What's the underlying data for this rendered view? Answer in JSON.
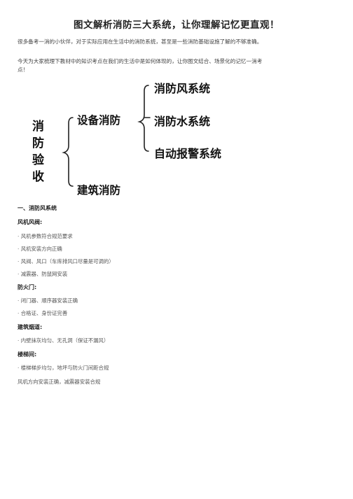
{
  "title": "图文解析消防三大系统，让你理解记忆更直观！",
  "intro": [
    "很多备考一消的小伙伴，对于实际应用在生活中的消防系统，甚至是一些消防基础设施了解的不够准确。",
    "今天为大家梳理下教材中的知识考点在我们的生活中是如何体现的，让你图文结合、场景化的记忆一消考点！"
  ],
  "diagram": {
    "root": [
      "消",
      "防",
      "验",
      "收"
    ],
    "equipment": "设备消防",
    "building": "建筑消防",
    "systems": [
      "消防风系统",
      "消防水系统",
      "自动报警系统"
    ]
  },
  "section": {
    "heading": "一、消防风系统",
    "groups": [
      {
        "title": "风机风阀:",
        "items": [
          "· 风机参数符合规范要求",
          "· 风机安装方向正确",
          "· 风阀、风口（车库排风口尽量是可调的）",
          "· 减震器、防鼠网安装"
        ]
      },
      {
        "title": "防火门:",
        "items": [
          "· 闭门器、顺序器安装正确",
          "· 合格证、身份证完善"
        ]
      },
      {
        "title": "建筑烟道:",
        "items": [
          "· 内壁抹灰均匀、无孔洞（保证不漏风）"
        ]
      },
      {
        "title": "楼梯间:",
        "items": [
          "· 楼梯梯步均匀，地坪与防火门间距合规",
          "风机方向安装正确，减震器安装合规"
        ]
      }
    ]
  }
}
